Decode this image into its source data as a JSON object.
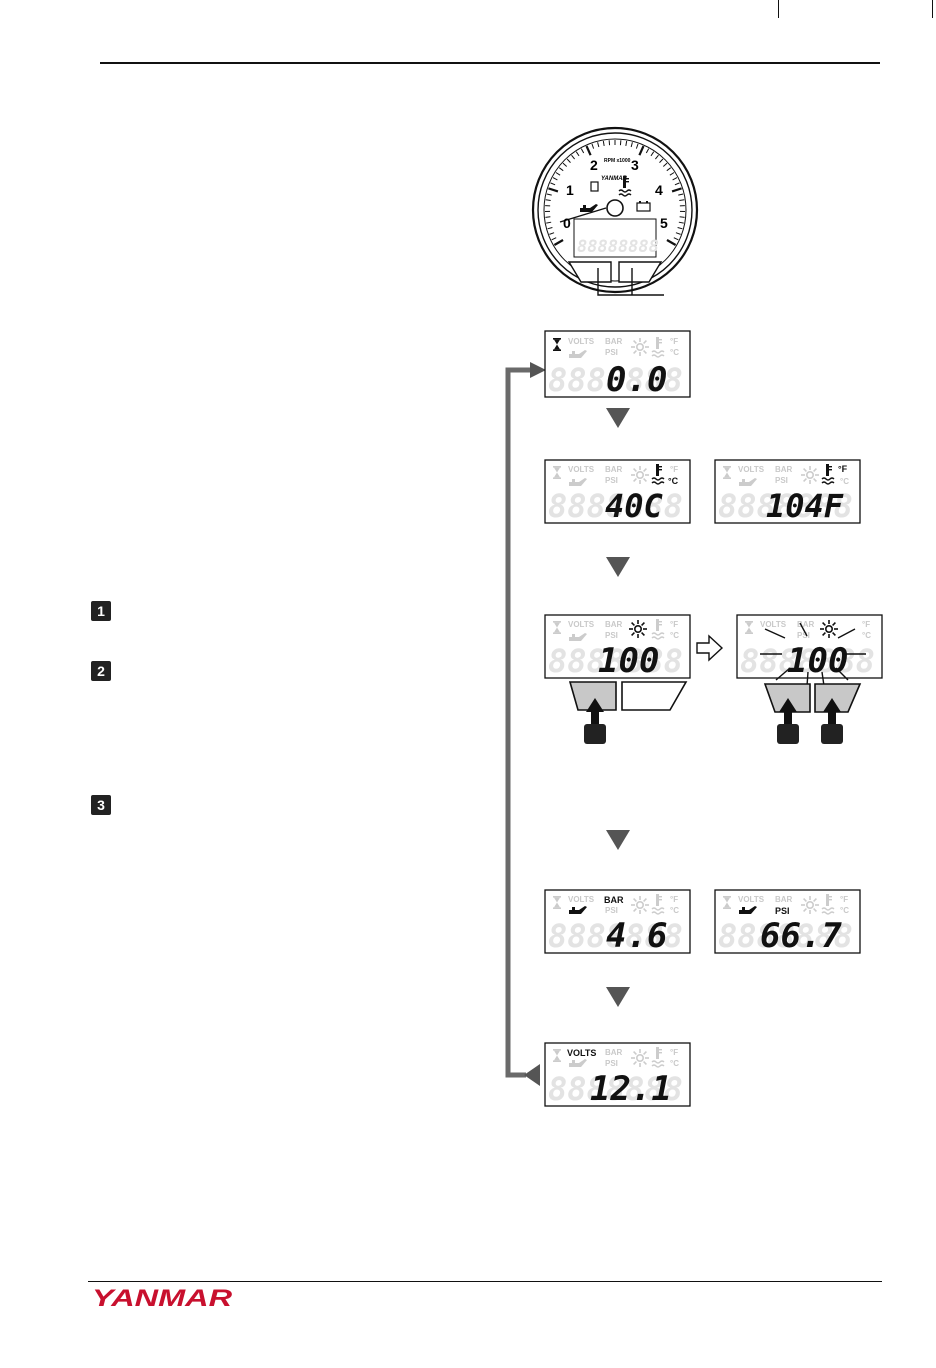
{
  "steps": [
    "1",
    "2",
    "3"
  ],
  "footer": {
    "brand": "YANMAR",
    "brand_color": "#c8102e"
  },
  "gauge": {
    "dial_numbers": [
      "0",
      "1",
      "2",
      "3",
      "4",
      "5"
    ],
    "rpm_label": "RPM x1000",
    "brand": "YANMAR"
  },
  "lcd_labels": {
    "volts": "VOLTS",
    "bar": "BAR",
    "psi": "PSI",
    "deg_f": "°F",
    "deg_c": "°C"
  },
  "displays": {
    "hours": "0.0",
    "temp_c": "40C",
    "temp_f": "104F",
    "brightness": "100",
    "brightness_adjust": "100",
    "oil_bar": "4.6",
    "oil_psi": "66.7",
    "volts": "12.1"
  },
  "icons": {
    "hourglass": "hourglass-icon",
    "oil": "oil-can-icon",
    "sun": "brightness-sun-icon",
    "coolant": "coolant-temp-icon",
    "battery": "battery-icon",
    "fuel": "fuel-icon",
    "arrow_down": "down-arrow-icon",
    "arrow_right": "hollow-right-arrow-icon",
    "push": "push-arrow-icon"
  }
}
